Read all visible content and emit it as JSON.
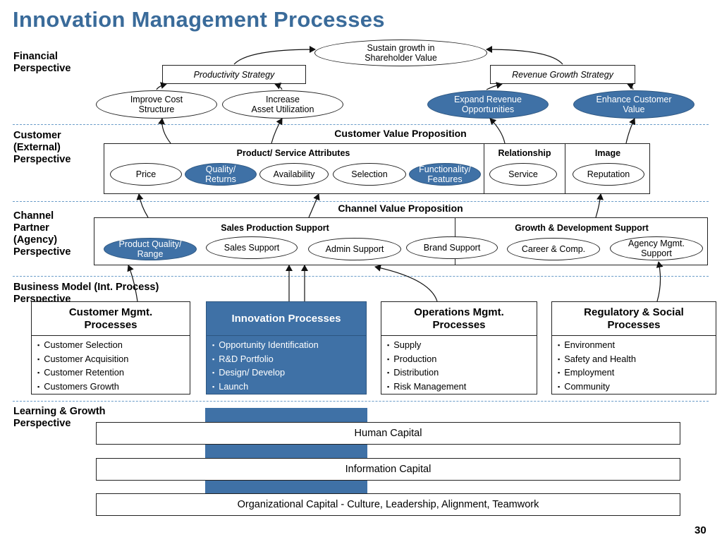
{
  "title": "Innovation Management Processes",
  "page_number": "30",
  "perspectives": {
    "financial": "Financial\nPerspective",
    "customer": "Customer\n(External)\nPerspective",
    "channel": "Channel\nPartner\n(Agency)\nPerspective",
    "business": "Business Model (Int. Process)\nPerspective",
    "learning": "Learning & Growth\nPerspective"
  },
  "financial": {
    "goal": "Sustain growth in\nShareholder Value",
    "strategies": [
      "Productivity Strategy",
      "Revenue Growth Strategy"
    ],
    "ovals": [
      "Improve Cost\nStructure",
      "Increase\nAsset Utilization",
      "Expand Revenue\nOpportunities",
      "Enhance Customer\nValue"
    ]
  },
  "customer": {
    "heading": "Customer Value Proposition",
    "sections": [
      "Product/ Service Attributes",
      "Relationship",
      "Image"
    ],
    "items": [
      "Price",
      "Quality/\nReturns",
      "Availability",
      "Selection",
      "Functionality/\nFeatures",
      "Service",
      "Reputation"
    ]
  },
  "channel": {
    "heading": "Channel Value Proposition",
    "sections": [
      "Sales Production Support",
      "Growth & Development Support"
    ],
    "items": [
      "Product Quality/\nRange",
      "Sales Support",
      "Admin Support",
      "Brand Support",
      "Career & Comp.",
      "Agency Mgmt.\nSupport"
    ]
  },
  "processes": [
    {
      "title": "Customer Mgmt.\nProcesses",
      "items": [
        "Customer Selection",
        "Customer Acquisition",
        "Customer Retention",
        "Customers Growth"
      ]
    },
    {
      "title": "Innovation Processes",
      "items": [
        "Opportunity Identification",
        "R&D Portfolio",
        "Design/ Develop",
        "Launch"
      ]
    },
    {
      "title": "Operations Mgmt.\nProcesses",
      "items": [
        "Supply",
        "Production",
        "Distribution",
        "Risk Management"
      ]
    },
    {
      "title": "Regulatory & Social\nProcesses",
      "items": [
        "Environment",
        "Safety and Health",
        "Employment",
        "Community"
      ]
    }
  ],
  "learning": [
    "Human Capital",
    "Information Capital",
    "Organizational Capital - Culture, Leadership, Alignment, Teamwork"
  ],
  "colors": {
    "title": "#3a6b9a",
    "accent_fill": "#3f71a6",
    "divider": "#6a9cc8"
  }
}
